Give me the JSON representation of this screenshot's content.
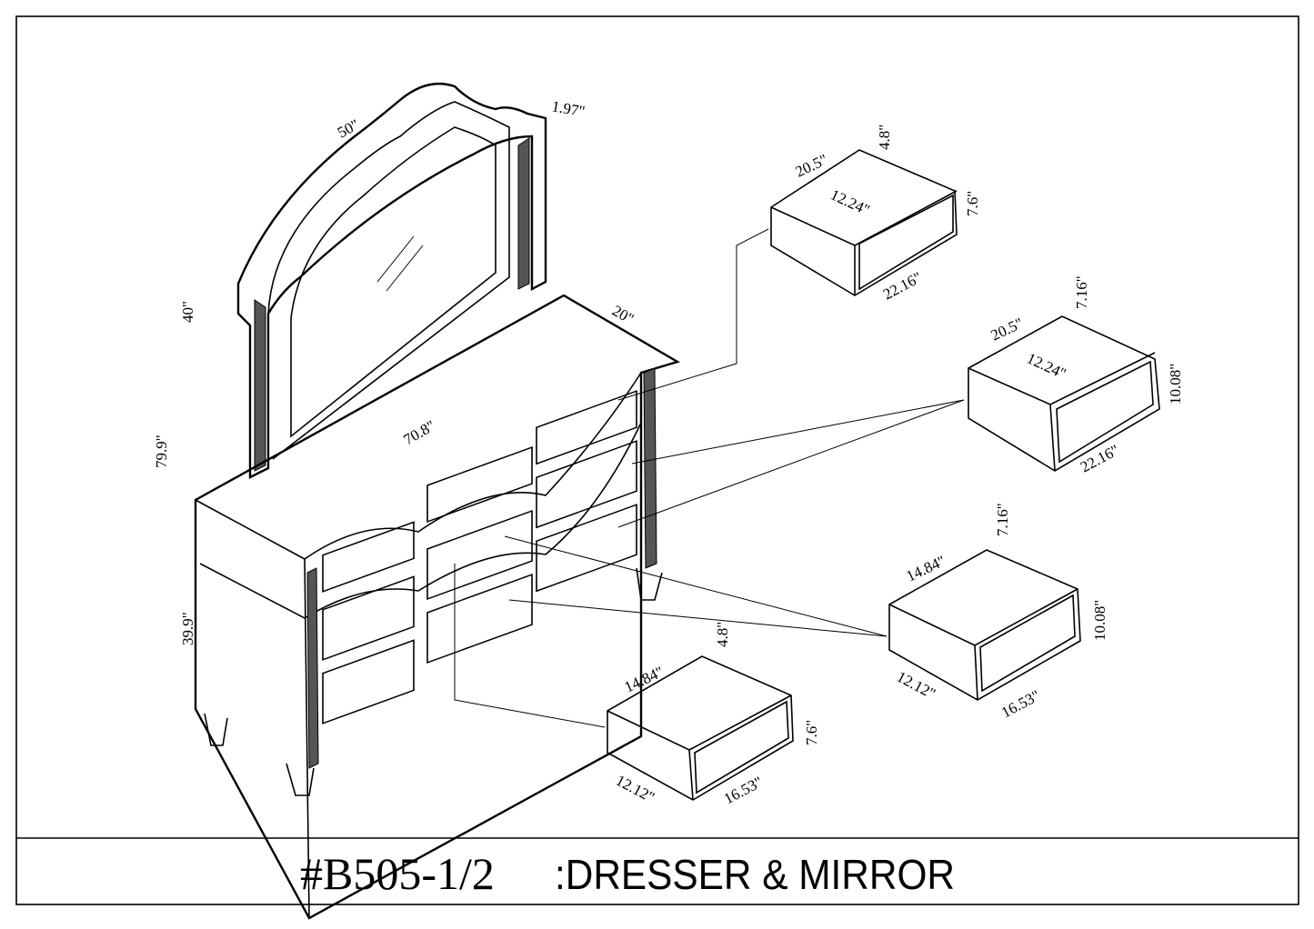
{
  "title": {
    "model": "#B505-1/2",
    "name": ":DRESSER & MIRROR"
  },
  "mirror": {
    "width": "50\"",
    "depth": "1.97\"",
    "height": "40\"",
    "total_height": "79.9\""
  },
  "dresser": {
    "depth": "20\"",
    "width": "70.8\"",
    "height": "39.9\""
  },
  "drawers": [
    {
      "width": "20.5\"",
      "height_inner": "4.8\"",
      "depth": "12.24\"",
      "front_height": "7.6\"",
      "front_width": "22.16\""
    },
    {
      "width": "20.5\"",
      "height_inner": "7.16\"",
      "depth": "12.24\"",
      "front_height": "10.08\"",
      "front_width": "22.16\""
    },
    {
      "width": "14.84\"",
      "height_inner": "7.16\"",
      "front_height": "10.08\"",
      "depth": "12.12\"",
      "front_width": "16.53\""
    },
    {
      "width": "14.84\"",
      "height_inner": "4.8\"",
      "front_height": "7.6\"",
      "depth": "12.12\"",
      "front_width": "16.53\""
    }
  ]
}
